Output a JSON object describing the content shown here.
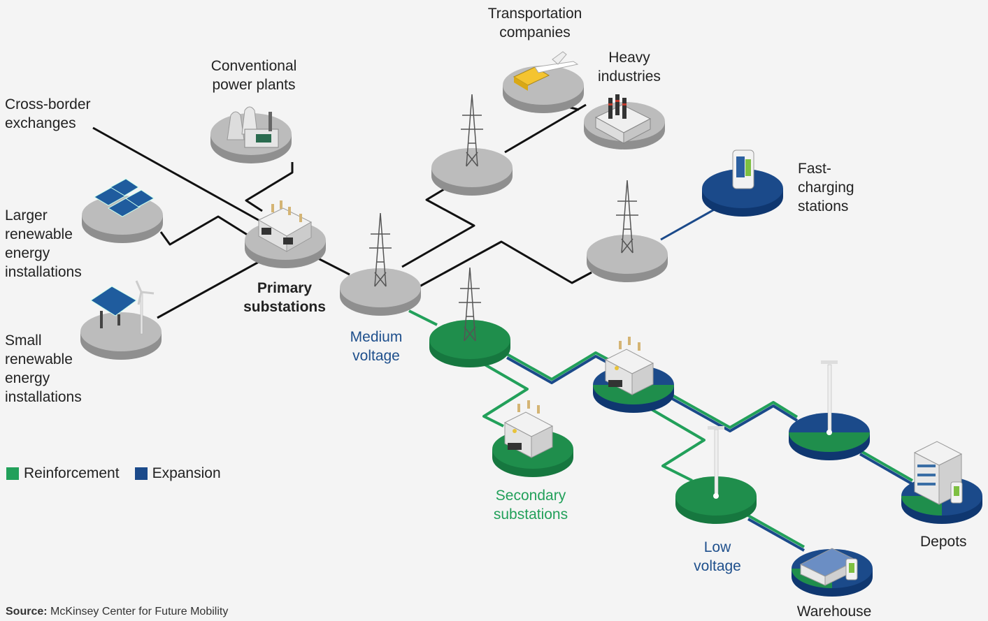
{
  "labels": {
    "cross_border": "Cross-border\nexchanges",
    "conventional": "Conventional\npower plants",
    "larger_renewable": "Larger\nrenewable\nenergy\ninstallations",
    "small_renewable": "Small\nrenewable\nenergy\ninstallations",
    "primary": "Primary\nsubstations",
    "medium": "Medium\nvoltage",
    "transportation": "Transportation\ncompanies",
    "heavy": "Heavy\nindustries",
    "fast_charging": "Fast-\ncharging\nstations",
    "secondary": "Secondary\nsubstations",
    "low": "Low\nvoltage",
    "depots": "Depots",
    "warehouse": "Warehouse"
  },
  "legend": [
    {
      "label": "Reinforcement",
      "color": "#22a05a"
    },
    {
      "label": "Expansion",
      "color": "#1b4a8a"
    }
  ],
  "source": {
    "prefix": "Source:",
    "text": " McKinsey Center for Future Mobility"
  },
  "colors": {
    "reinforcement": "#22a05a",
    "expansion": "#1b4a8a",
    "line": "#111111",
    "disk": "#b9b9b9"
  }
}
